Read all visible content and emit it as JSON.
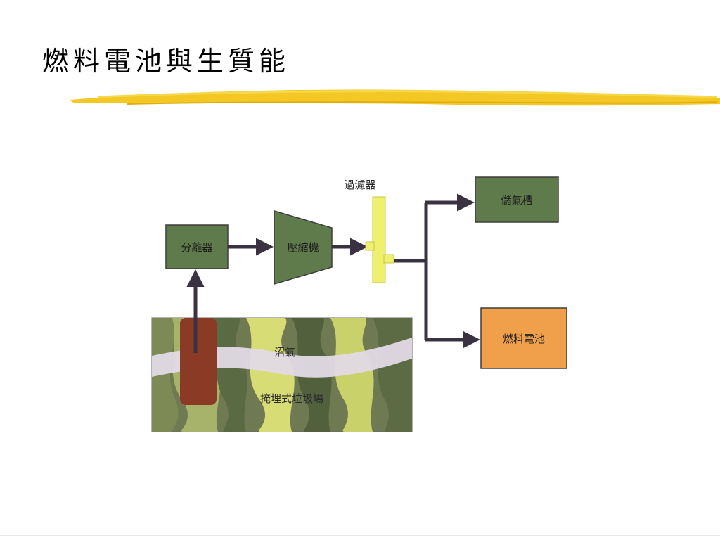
{
  "slide": {
    "title": "燃料電池與生質能"
  },
  "diagram": {
    "separator": "分離器",
    "compressor": "壓縮機",
    "filter": "過濾器",
    "storage_tank": "儲氣槽",
    "fuel_cell": "燃料電池",
    "biogas": "沼氣",
    "landfill": "掩埋式垃圾場"
  },
  "colors": {
    "box_green": "#5f7a4b",
    "fuel_cell_orange": "#f0a04a",
    "filter_yellow": "#f0f070",
    "arrow": "#3a3240",
    "brush_yellow": "#f2c418"
  }
}
